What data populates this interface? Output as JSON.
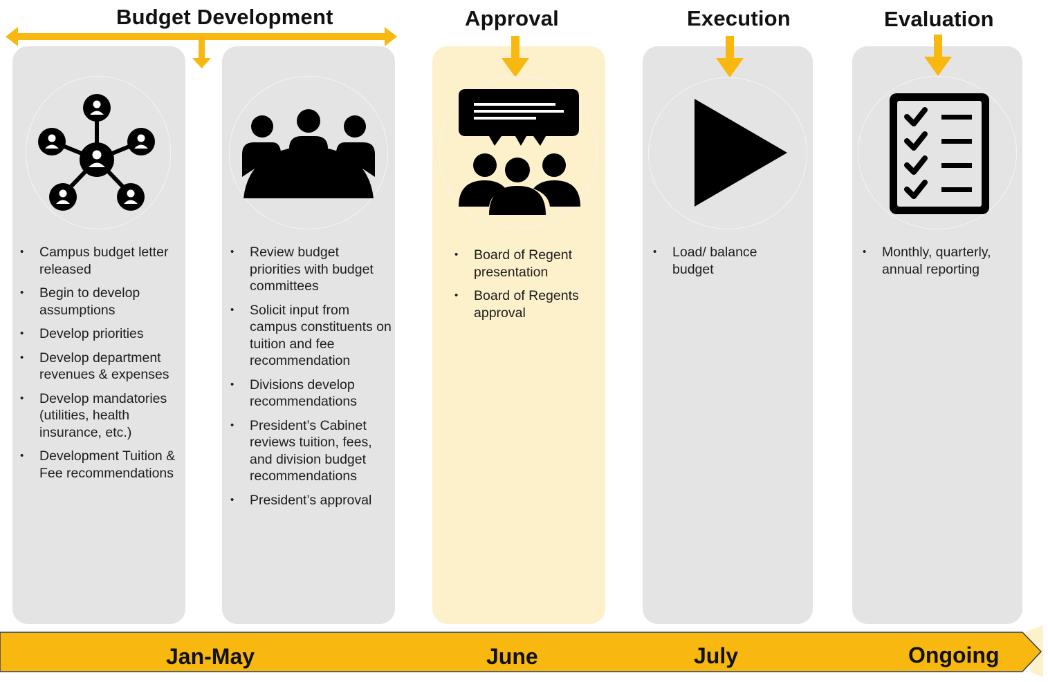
{
  "phases": [
    {
      "title": "Budget Development"
    },
    {
      "title": "Approval"
    },
    {
      "title": "Execution"
    },
    {
      "title": "Evaluation"
    }
  ],
  "columns": [
    {
      "icon": "network-people-icon",
      "bullets": [
        "Campus budget letter released",
        "Begin to develop assumptions",
        "Develop priorities",
        "Develop department revenues & expenses",
        "Develop mandatories (utilities, health insurance, etc.)",
        "Development Tuition & Fee recommendations"
      ]
    },
    {
      "icon": "meeting-table-icon",
      "bullets": [
        "Review budget priorities with budget committees",
        "Solicit input from campus constituents on tuition and fee recommendation",
        "Divisions develop recommendations",
        "President’s Cabinet reviews tuition, fees, and division budget recommendations",
        "President’s approval"
      ]
    },
    {
      "icon": "presentation-audience-icon",
      "bullets": [
        "Board of Regent presentation",
        "Board of Regents approval"
      ]
    },
    {
      "icon": "play-icon",
      "bullets": [
        "Load/ balance budget"
      ]
    },
    {
      "icon": "checklist-icon",
      "bullets": [
        "Monthly, quarterly, annual reporting"
      ]
    }
  ],
  "timeline": [
    "Jan-May",
    "June",
    "July",
    "Ongoing"
  ],
  "colors": {
    "accent": "#f9b80f",
    "column_bg": "#e4e4e4",
    "highlight_bg": "#fdf1cc"
  }
}
